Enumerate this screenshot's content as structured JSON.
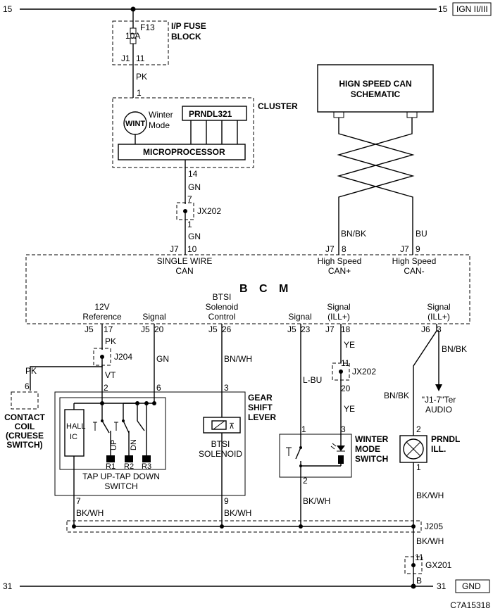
{
  "rails": {
    "top_left": "15",
    "top_right": "15",
    "top_source": "IGN II/III",
    "bottom_left": "31",
    "bottom_right": "31",
    "bottom_source": "GND"
  },
  "fuse": {
    "name": "F13",
    "rating": "10A",
    "conn": "J1",
    "pin": "11",
    "block_line1": "I/P FUSE",
    "block_line2": "BLOCK",
    "wire": "PK",
    "cluster_pin": "1"
  },
  "cluster": {
    "title": "CLUSTER",
    "lamp": "WINT",
    "lamp_label1": "Winter",
    "lamp_label2": "Mode",
    "prndl": "PRNDL321",
    "micro": "MICROPROCESSOR",
    "out_pin": "14",
    "out_wire": "GN"
  },
  "jx202_top": {
    "name": "JX202",
    "pin_in": "7",
    "pin_out": "1",
    "wire": "GN"
  },
  "can_box": {
    "line1": "HIGN SPEED CAN",
    "line2": "SCHEMATIC"
  },
  "can_wires": {
    "left": "BN/BK",
    "right": "BU"
  },
  "bcm": {
    "title": "B C M",
    "pins_top": [
      {
        "conn": "J7",
        "pin": "10",
        "line1": "SINGLE WIRE",
        "line2": "CAN"
      },
      {
        "conn": "J7",
        "pin": "8",
        "line1": "High Speed",
        "line2": "CAN+"
      },
      {
        "conn": "J7",
        "pin": "9",
        "line1": "High Speed",
        "line2": "CAN-"
      }
    ],
    "pins_bottom": [
      {
        "conn": "J5",
        "pin": "17",
        "line1": "12V",
        "line2": "Reference"
      },
      {
        "conn": "J5",
        "pin": "20",
        "line1": "",
        "line2": "Signal"
      },
      {
        "conn": "J5",
        "pin": "26",
        "line1": "BTSI",
        "line2": "Solenoid",
        "line3": "Control"
      },
      {
        "conn": "J5",
        "pin": "23",
        "line1": "",
        "line2": "Signal"
      },
      {
        "conn": "J7",
        "pin": "18",
        "line1": "Signal",
        "line2": "(ILL+)"
      },
      {
        "conn": "J6",
        "pin": "3",
        "line1": "Signal",
        "line2": "(ILL+)"
      }
    ]
  },
  "j204": {
    "name": "J204",
    "wire_in": "PK",
    "wire_out": "VT",
    "wire_side": "PK"
  },
  "contact_coil": {
    "pin": "6",
    "line1": "CONTACT",
    "line2": "COIL",
    "line3": "(CRUESE",
    "line4": "SWITCH)"
  },
  "gear_lever": {
    "line1": "GEAR",
    "line2": "SHIFT",
    "line3": "LEVER",
    "pin_vt": "2",
    "pin_gn": "6",
    "pin_sol": "3",
    "pin_gnd1": "7",
    "pin_gnd2": "9",
    "hall1": "HALL",
    "hall2": "IC",
    "up": "UP",
    "dn": "DN",
    "r1": "R1",
    "r2": "R2",
    "r3": "R3",
    "switch_line1": "TAP UP-TAP DOWN",
    "switch_line2": "SWITCH",
    "sol_line1": "BTSI",
    "sol_line2": "SOLENOID",
    "gn_wire": "GN",
    "sol_wire": "BN/WH",
    "gnd_wire1": "BK/WH",
    "gnd_wire2": "BK/WH"
  },
  "winter_switch": {
    "line1": "WINTER",
    "line2": "MODE",
    "line3": "SWITCH",
    "in_wire": "L-BU",
    "pin_sig": "1",
    "pin_ill": "3",
    "pin_gnd": "2",
    "gnd_wire": "BK/WH"
  },
  "jx202_bot": {
    "name": "JX202",
    "pin_in": "11",
    "pin_out": "20",
    "wire_in": "YE",
    "wire_out": "YE"
  },
  "prndl_ill": {
    "line1": "PRNDL",
    "line2": "ILL.",
    "pin_in": "2",
    "pin_out": "1",
    "wire_in": "BN/BK",
    "wire_out": "BK/WH",
    "audio_wire": "BN/BK",
    "audio_line1": "\"J1-7\"Ter",
    "audio_line2": "AUDIO"
  },
  "j205": {
    "name": "J205",
    "wire_out": "BK/WH"
  },
  "gx201": {
    "name": "GX201",
    "pin": "11",
    "out": "B"
  },
  "figure_id": "C7A15318"
}
